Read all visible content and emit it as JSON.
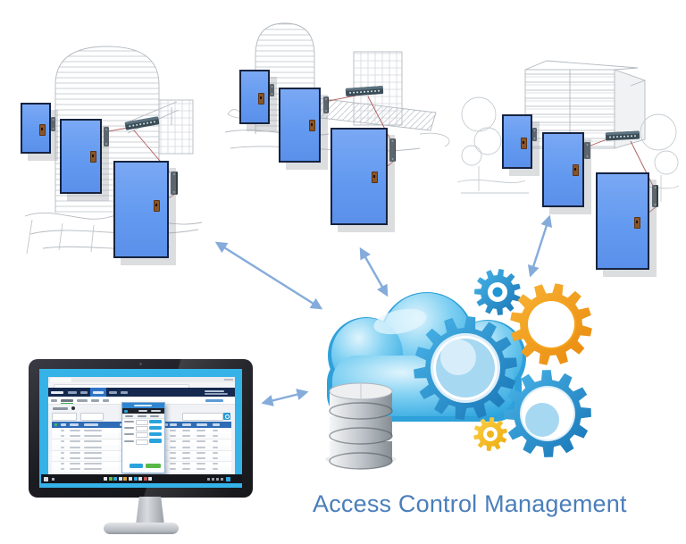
{
  "caption": {
    "label": "Access Control Management",
    "color": "#4A7EBB"
  },
  "palette": {
    "door_fill": "#639AF0",
    "door_border": "#16233F",
    "link_arrow": "#85ABDB",
    "device_wire": "#A33C3C",
    "sketch_line": "#AAB0B8",
    "cloud_blue": "#56BCEC",
    "gear_blue": "#1F8FC9",
    "gear_orange": "#F09A18",
    "gear_yellow": "#F2B51C",
    "database_silver": "#C2C7CC",
    "monitor_bezel": "#1B1C22",
    "desktop_cyan": "#35B2E8",
    "console_navbar": "#15294F",
    "console_accent": "#2E74C8",
    "console_table_header": "#2E6CB5",
    "console_button_blue": "#2AA3DC",
    "console_button_green": "#58B947"
  },
  "sites": [
    {
      "id": "site-1",
      "kind": "building-sketch",
      "doors": 3,
      "door_readers": 3,
      "network_switches": 1
    },
    {
      "id": "site-2",
      "kind": "building-sketch",
      "doors": 3,
      "door_readers": 3,
      "network_switches": 1
    },
    {
      "id": "site-3",
      "kind": "building-sketch",
      "doors": 3,
      "door_readers": 3,
      "network_switches": 1
    }
  ],
  "cloud": {
    "icons": [
      "cloud-icon",
      "database-icon",
      "gear-icon",
      "gear-icon",
      "gear-icon",
      "gear-icon",
      "gear-icon"
    ]
  },
  "links": [
    {
      "from": "site-1",
      "to": "cloud",
      "bidirectional": true
    },
    {
      "from": "site-2",
      "to": "cloud",
      "bidirectional": true
    },
    {
      "from": "site-3",
      "to": "cloud",
      "bidirectional": true
    },
    {
      "from": "workstation",
      "to": "cloud",
      "bidirectional": true
    }
  ],
  "workstation": {
    "kind": "desktop-monitor",
    "screen": "access-control-console"
  }
}
